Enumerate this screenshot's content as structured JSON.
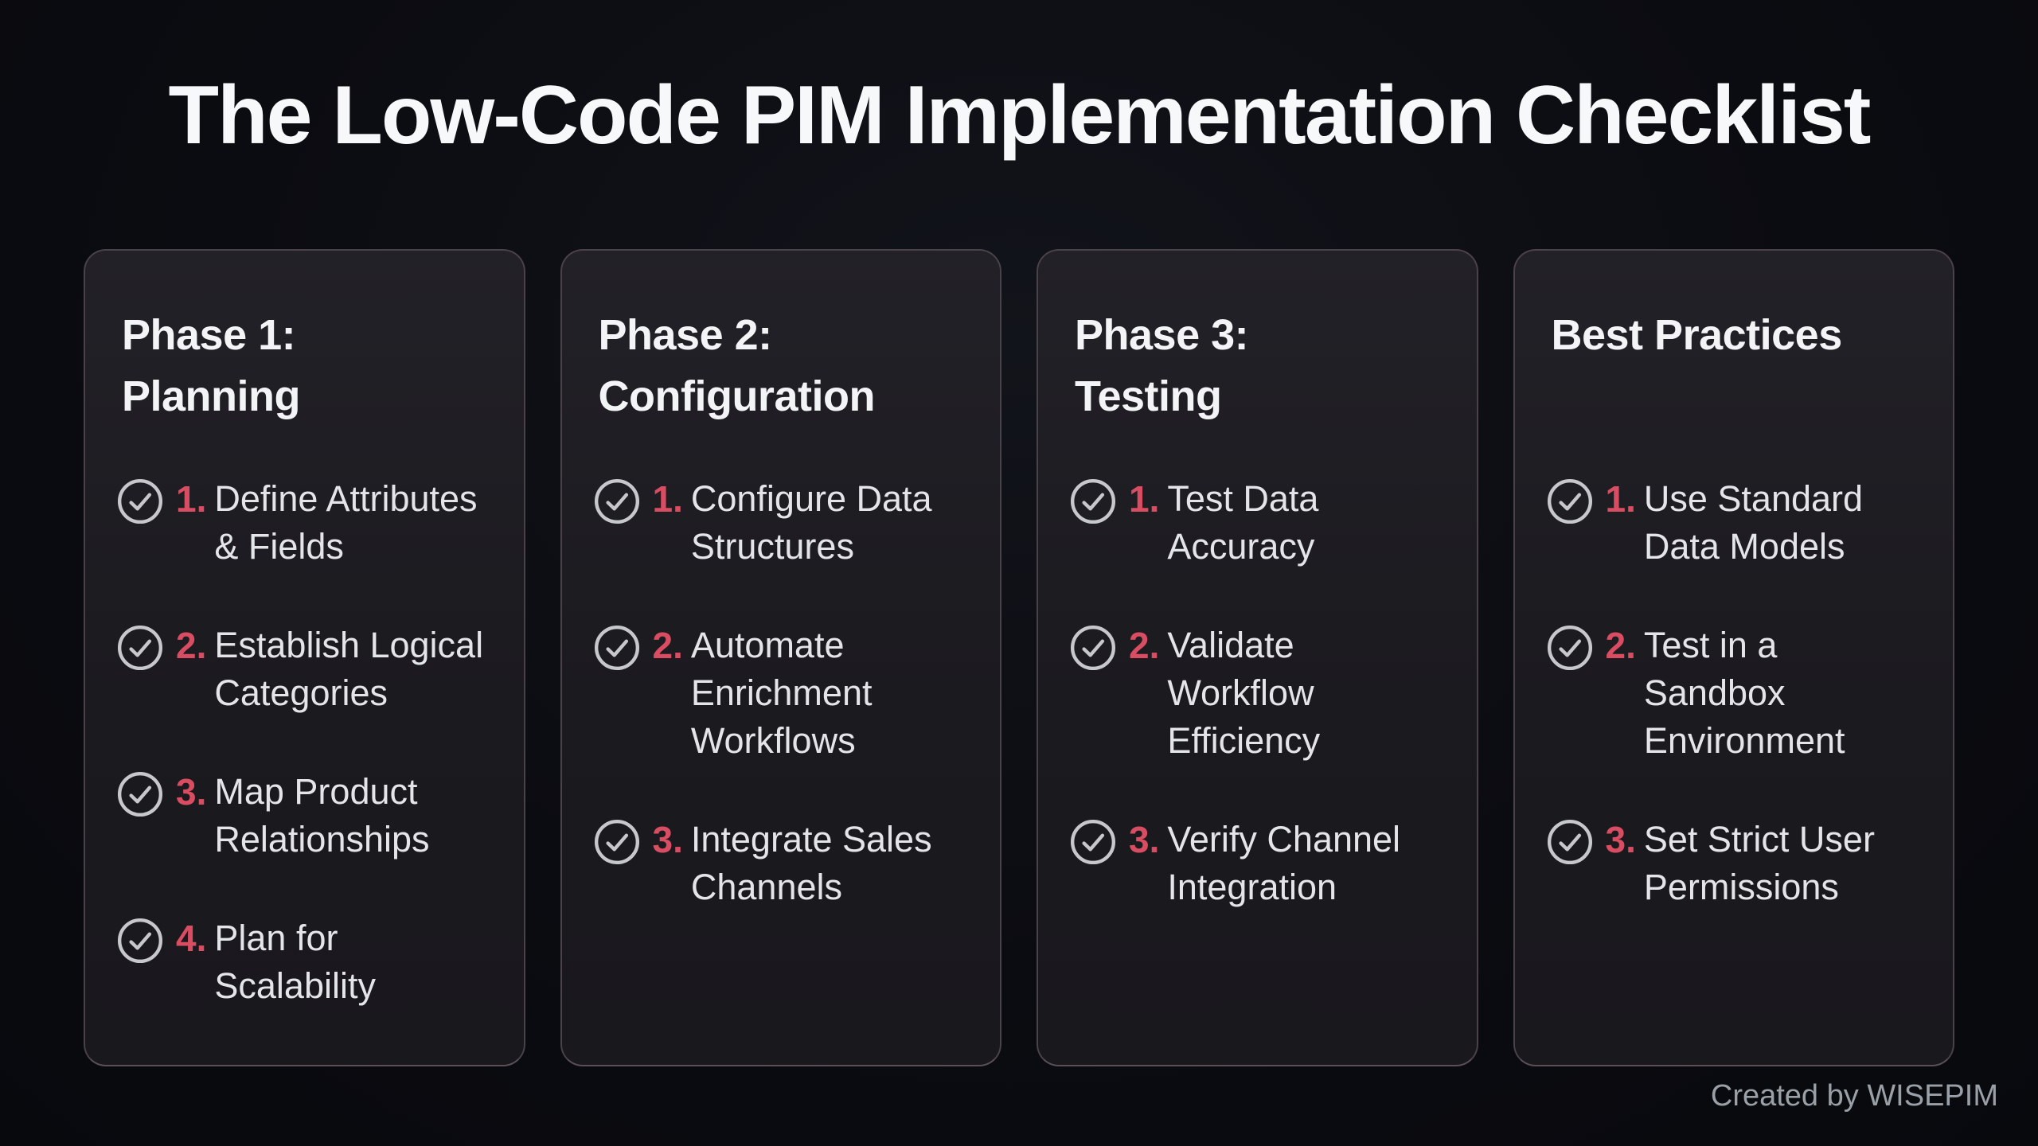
{
  "page": {
    "title": "The Low-Code PIM Implementation Checklist",
    "attribution": "Created by WISEPIM"
  },
  "colors": {
    "page_background": "#0b0c11",
    "card_background": "#1b1a1f",
    "card_border": "#4a4149",
    "accent_number": "#d94d63",
    "check_icon": "#c6c8cb",
    "item_text": "#e4e5e8",
    "heading_text": "#f3f4f6",
    "attribution_text": "#9aa0a7"
  },
  "icons": {
    "item_marker": "circle-check-icon"
  },
  "cards": [
    {
      "title": "Phase 1:\nPlanning",
      "items": [
        {
          "number": "1.",
          "text": "Define Attributes\n& Fields"
        },
        {
          "number": "2.",
          "text": "Establish Logical\nCategories"
        },
        {
          "number": "3.",
          "text": "Map Product\nRelationships"
        },
        {
          "number": "4.",
          "text": "Plan for\nScalability"
        }
      ]
    },
    {
      "title": "Phase 2:\nConfiguration",
      "items": [
        {
          "number": "1.",
          "text": "Configure Data\nStructures"
        },
        {
          "number": "2.",
          "text": "Automate\nEnrichment\nWorkflows"
        },
        {
          "number": "3.",
          "text": "Integrate Sales\nChannels"
        }
      ]
    },
    {
      "title": "Phase 3:\nTesting",
      "items": [
        {
          "number": "1.",
          "text": "Test Data\nAccuracy"
        },
        {
          "number": "2.",
          "text": "Validate\nWorkflow\nEfficiency"
        },
        {
          "number": "3.",
          "text": "Verify Channel\nIntegration"
        }
      ]
    },
    {
      "title": "Best Practices",
      "items": [
        {
          "number": "1.",
          "text": "Use Standard\nData Models"
        },
        {
          "number": "2.",
          "text": "Test in a\nSandbox\nEnvironment"
        },
        {
          "number": "3.",
          "text": "Set Strict User\nPermissions"
        }
      ]
    }
  ]
}
